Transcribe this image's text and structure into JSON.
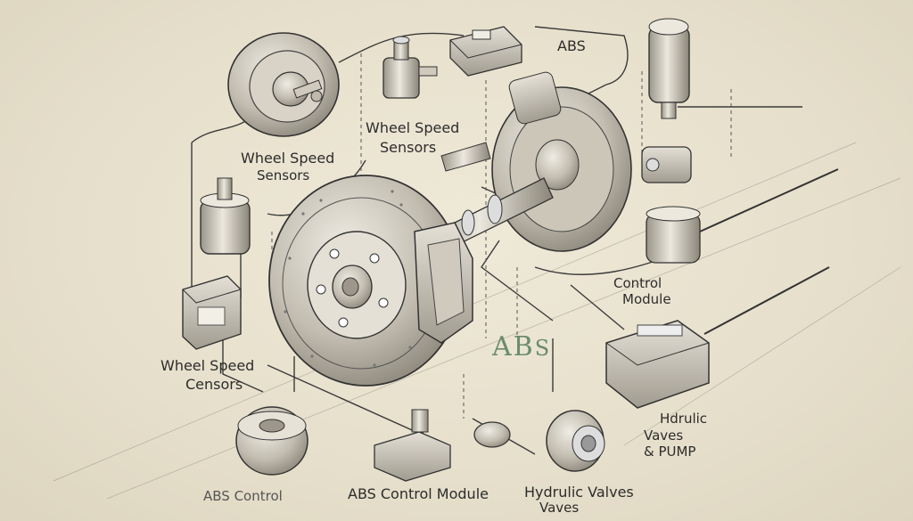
{
  "labels": {
    "abs_top": "ABS",
    "wss_top_line1": "Wheel Speed",
    "wss_top_line2": "Sensors",
    "wss_left_line1": "Wheel Speed",
    "wss_left_line2": "Sensors",
    "wss_lower_line1": "Wheel Speed",
    "wss_lower_line2": "Censors",
    "control_module_line1": "Control",
    "control_module_line2": "Module",
    "abs_center": "AB",
    "abs_center_subscript": "S",
    "hydraulic_right_line1": "Hdrulic",
    "hydraulic_right_line2": "Vaves",
    "hydraulic_right_line3": "& PUMP",
    "abs_control_bottom_left": "ABS Control",
    "abs_control_module_bottom": "ABS Control Module",
    "hydraulic_bottom_line1": "Hydrulic Valves",
    "hydraulic_bottom_line2": "Vaves"
  },
  "colors": {
    "paper": "#e8e2d0",
    "ink": "#2c2c2c",
    "metal": "#b9b4a6",
    "accent_green": "#6a8c6a"
  }
}
